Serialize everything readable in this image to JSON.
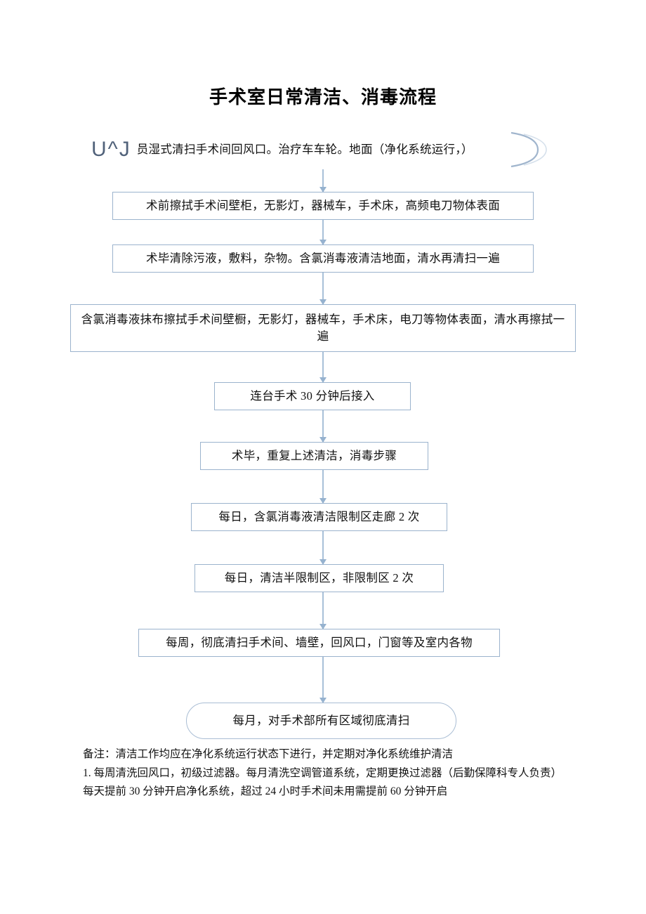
{
  "document": {
    "title": "手术室日常清洁、消毒流程"
  },
  "flow": {
    "type": "flowchart",
    "orientation": "top-to-bottom",
    "accent_color": "#9bb3cd",
    "connector_color": "#a8c0d8",
    "nodes": [
      {
        "id": "n0",
        "shape": "oval",
        "prefix": "U^J",
        "text": "员湿式清扫手术间回风口。治疗车车轮。地面（净化系统运行，）",
        "rendering": "partially-rendered"
      },
      {
        "id": "n1",
        "shape": "rect",
        "text": "术前擦拭手术间壁柜，无影灯，器械车，手术床，高频电刀物体表面"
      },
      {
        "id": "n2",
        "shape": "rect",
        "text": "术毕清除污液，敷料，杂物。含氯消毒液清洁地面，清水再清扫一遍"
      },
      {
        "id": "n3",
        "shape": "rect",
        "text": "含氯消毒液抹布擦拭手术间壁橱，无影灯，器械车，手术床，电刀等物体表面，清水再擦拭一遍"
      },
      {
        "id": "n4",
        "shape": "rect",
        "text": "连台手术 30 分钟后接入"
      },
      {
        "id": "n5",
        "shape": "rect",
        "text": "术毕，重复上述清洁，消毒步骤"
      },
      {
        "id": "n6",
        "shape": "rect",
        "text": "每日，含氯消毒液清洁限制区走廊 2 次"
      },
      {
        "id": "n7",
        "shape": "rect",
        "text": "每日，清洁半限制区，非限制区 2 次"
      },
      {
        "id": "n8",
        "shape": "rect",
        "text": "每周，彻底清扫手术间、墙壁，回风口，门窗等及室内各物"
      },
      {
        "id": "n9",
        "shape": "oval",
        "text": "每月，对手术部所有区域彻底清扫"
      }
    ]
  },
  "notes": {
    "lines": [
      "备注：清洁工作均应在净化系统运行状态下进行，并定期对净化系统维护清洁",
      "1. 每周清洗回风口，初级过滤器。每月清洗空调管道系统，定期更换过滤器（后勤保障科专人负责）",
      "每天提前 30 分钟开启净化系统，超过 24 小时手术间未用需提前 60 分钟开启"
    ]
  }
}
